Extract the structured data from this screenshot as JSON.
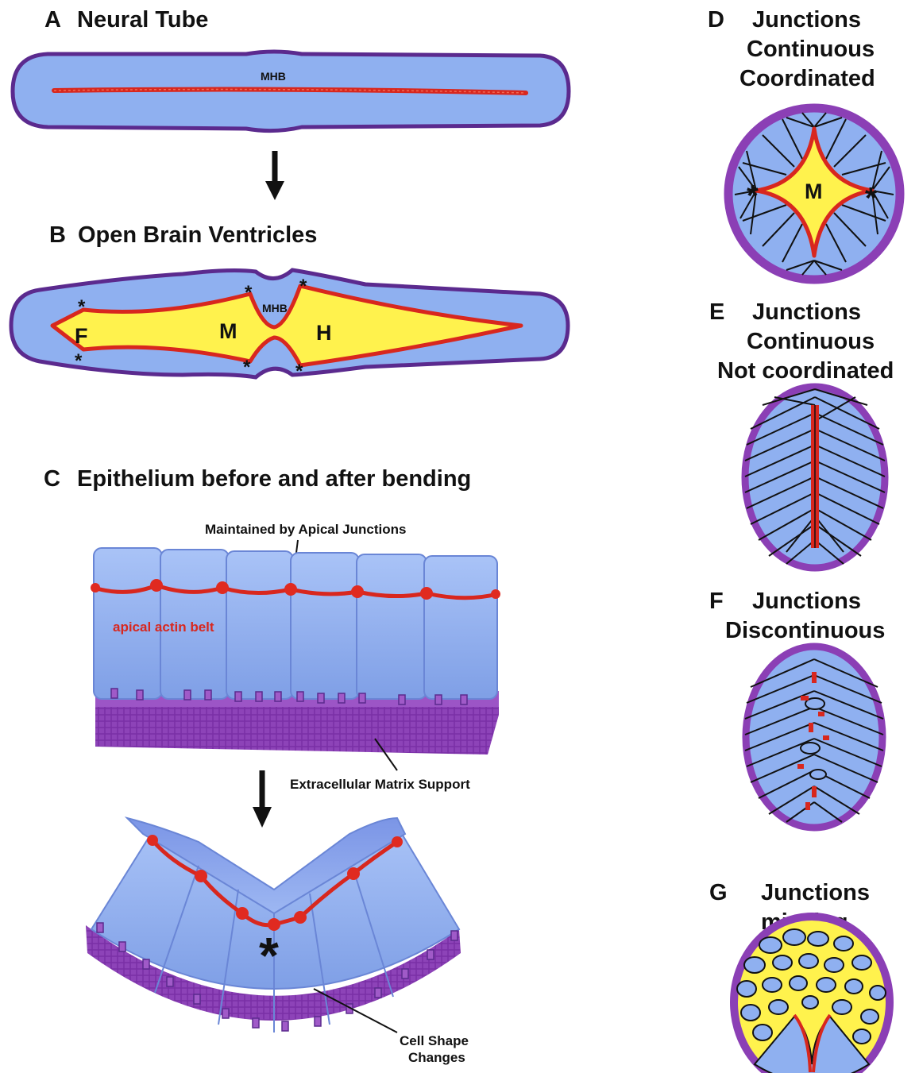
{
  "panels": {
    "A": {
      "letter": "A",
      "title": "Neural Tube",
      "mhb": "MHB"
    },
    "B": {
      "letter": "B",
      "title": "Open Brain Ventricles",
      "mhb": "MHB",
      "regions": {
        "f": "F",
        "m": "M",
        "h": "H"
      },
      "asterisk": "*"
    },
    "C": {
      "letter": "C",
      "title": "Epithelium before and after bending",
      "maintained": "Maintained by Apical Junctions",
      "actin_belt": "apical actin belt",
      "ecm": "Extracellular Matrix Support",
      "asterisk": "*",
      "shape_line1": "Cell Shape",
      "shape_line2": "Changes"
    },
    "D": {
      "letter": "D",
      "line1": "Junctions",
      "line2": "Continuous",
      "line3": "Coordinated",
      "m": "M",
      "asterisk": "*"
    },
    "E": {
      "letter": "E",
      "line1": "Junctions",
      "line2": "Continuous",
      "line3": "Not coordinated"
    },
    "F": {
      "letter": "F",
      "line1": "Junctions",
      "line2": "Discontinuous"
    },
    "G": {
      "letter": "G",
      "line1": "Junctions",
      "line2": "missing"
    }
  },
  "colors": {
    "tissue": "#8fb0f0",
    "ventricle": "#fff24d",
    "junction": "#d8271e",
    "outline": "#5b2a8e",
    "matrix": "#8b3fb5",
    "ring": "#8b3fb5"
  }
}
